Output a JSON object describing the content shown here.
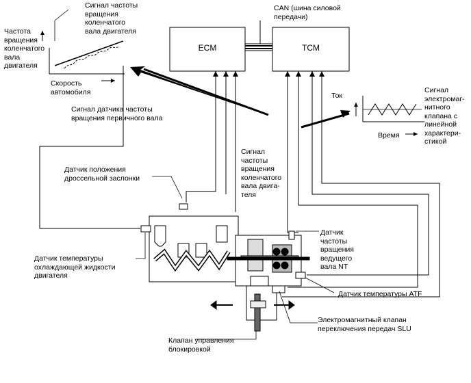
{
  "boxes": {
    "ecm": "ECM",
    "tcm": "TCM"
  },
  "labels": {
    "can_bus": "CAN (шина силовой\nпередачи)",
    "crank_signal_graph": "Сигнал частоты\nвращения\nколенчатого\nвала двигателя",
    "engine_speed_axis": "Частота\nвращения\nколенчатого\nвала\nдвигателя",
    "vehicle_speed_axis": "Скорость\nавтомобиля",
    "input_shaft_sensor_signal": "Сигнал датчика частоты\nвращения первичного вала",
    "current": "Ток",
    "solenoid_signal": "Сигнал\nэлектромаг-\nнитного\nклапана с\nлинейной\nхарактери-\nстикой",
    "time_axis": "Время",
    "crank_signal": "Сигнал\nчастоты\nвращения\nколенчатого\nвала двига-\nтеля",
    "throttle_sensor": "Датчик положения\nдроссельной заслонки",
    "coolant_temp_sensor": "Датчик температуры\nохлаждающей жидкости\nдвигателя",
    "nt_sensor": "Датчик\nчастоты\nвращения\nведущего\nвала NT",
    "atf_temp_sensor": "Датчик температуры ATF",
    "slu_solenoid": "Электромагнитный клапан\nпереключения передач SLU",
    "lockup_valve": "Клапан управления\nблокировкой"
  },
  "colors": {
    "line": "#000000",
    "background": "#ffffff"
  }
}
